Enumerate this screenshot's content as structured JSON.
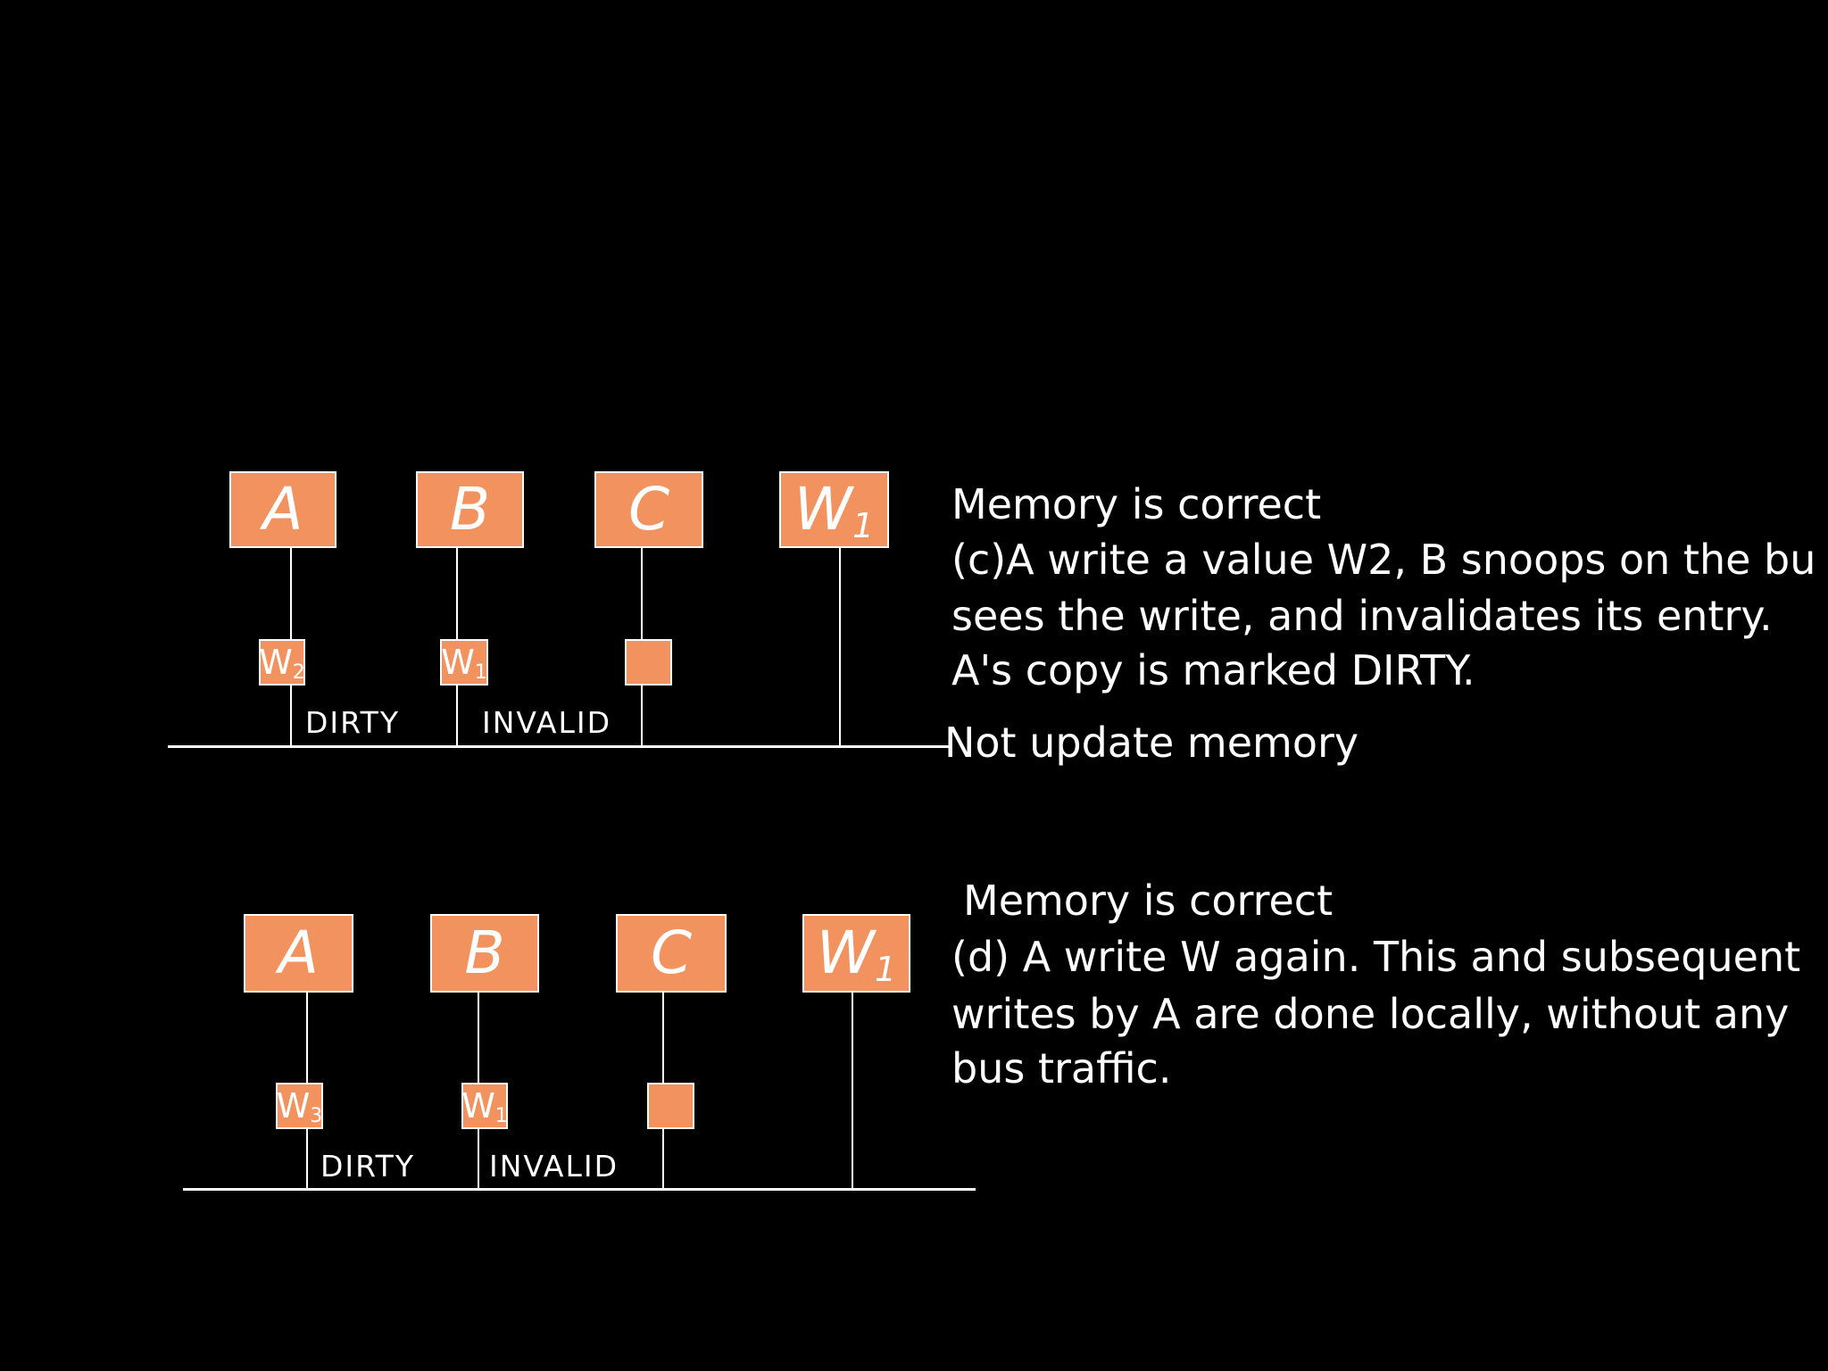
{
  "slide": {
    "background_color": "#000000",
    "box_fill_color": "#F2935F",
    "box_border_color": "#FFFFFF",
    "line_color": "#FFFFFF",
    "text_color": "#FFFFFF"
  },
  "diagram_c": {
    "nodes": [
      {
        "label": "A",
        "sub": ""
      },
      {
        "label": "B",
        "sub": ""
      },
      {
        "label": "C",
        "sub": ""
      },
      {
        "label": "W",
        "sub": "1"
      }
    ],
    "cache_values": [
      {
        "label": "W",
        "sub": "2"
      },
      {
        "label": "W",
        "sub": "1"
      },
      {
        "label": "",
        "sub": ""
      }
    ],
    "state_labels": [
      "DIRTY",
      "INVALID"
    ],
    "caption": [
      "Memory is correct",
      "(c)A write a value W2, B snoops on the bu",
      "sees the write, and invalidates its entry.",
      "A's copy is marked DIRTY.",
      "Not update memory"
    ]
  },
  "diagram_d": {
    "nodes": [
      {
        "label": "A",
        "sub": ""
      },
      {
        "label": "B",
        "sub": ""
      },
      {
        "label": "C",
        "sub": ""
      },
      {
        "label": "W",
        "sub": "1"
      }
    ],
    "cache_values": [
      {
        "label": "W",
        "sub": "3"
      },
      {
        "label": "W",
        "sub": "1"
      },
      {
        "label": "",
        "sub": ""
      }
    ],
    "state_labels": [
      "DIRTY",
      "INVALID"
    ],
    "caption": [
      "Memory is correct",
      "(d) A write W again. This and subsequent",
      "writes by A are done locally, without any",
      "bus traffic."
    ]
  }
}
